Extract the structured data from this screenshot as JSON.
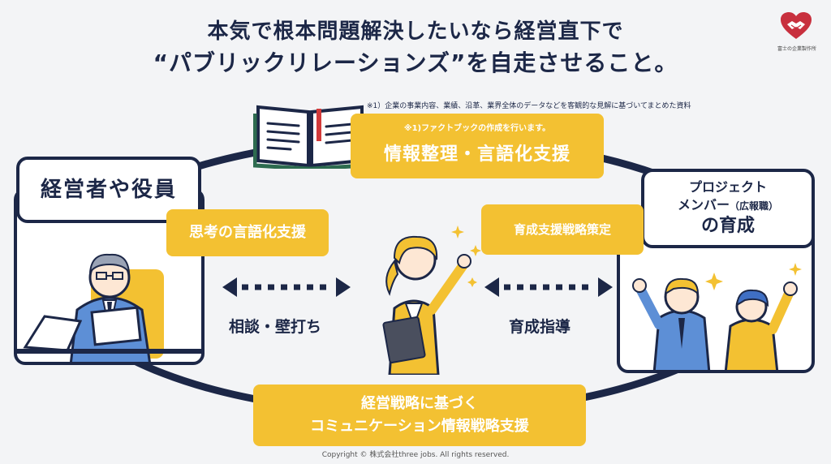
{
  "header": {
    "title_line1": "本気で根本問題解決したいなら経営直下で",
    "title_line2": "“パブリックリレーションズ”を自走させること。"
  },
  "logo": {
    "caption": "富士の企業製作所"
  },
  "footnote": "※1）企業の事業内容、業績、沿革、業界全体のデータなどを客観的な見解に基づいてまとめた資料",
  "boxes": {
    "top_sub": "※1)ファクトブックの作成を行います。",
    "top_main": "情報整理・言語化支援",
    "left": "思考の言語化支援",
    "right": "育成支援戦略策定",
    "bottom_line1": "経営戦略に基づく",
    "bottom_line2": "コミュニケーション情報戦略支援"
  },
  "executives": {
    "label": "経営者や役員"
  },
  "members": {
    "line1": "プロジェクト",
    "line2_main": "メンバー",
    "line2_small": "（広報職）",
    "line3": "の育成"
  },
  "flows": {
    "left": "相談・壁打ち",
    "right": "育成指導"
  },
  "footer": {
    "copyright": "Copyright © 株式会社three jobs. All rights reserved."
  },
  "colors": {
    "navy": "#1c2747",
    "yellow": "#f3c132",
    "background": "#f3f4f6",
    "logo_red": "#c8303e"
  }
}
